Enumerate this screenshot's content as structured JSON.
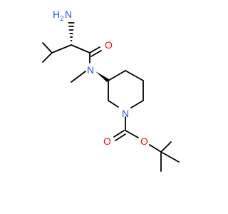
{
  "molecule": {
    "atoms": {
      "amine_h": "H",
      "amine_sub": "2",
      "amine_n": "N",
      "carbonyl_o1": "O",
      "amide_n": "N",
      "ring_n": "N",
      "carbonyl_o2": "O",
      "ester_o": "O"
    },
    "colors": {
      "bond": "#000000",
      "nitrogen": "#3050f8",
      "oxygen": "#ff0d0d"
    }
  }
}
